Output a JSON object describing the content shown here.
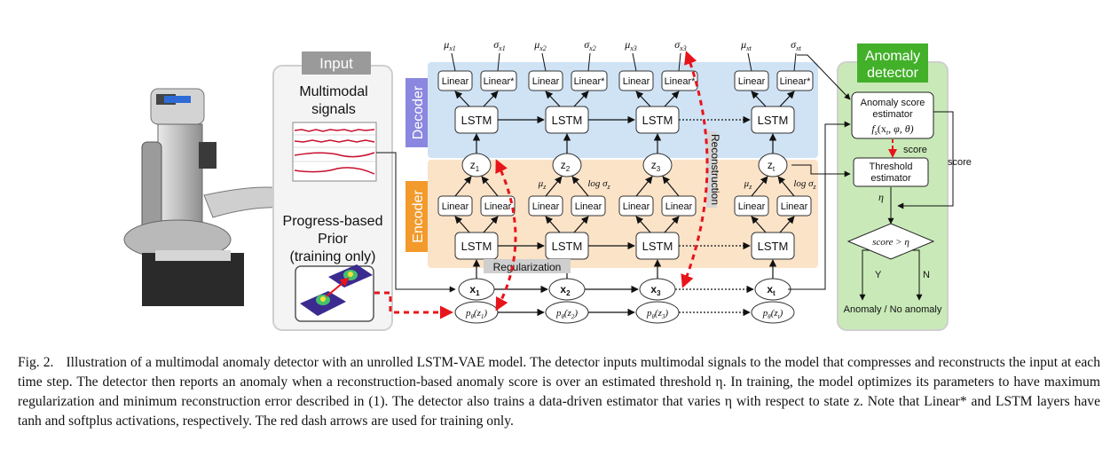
{
  "panels": {
    "input_title": "Input",
    "multimodal_signals": [
      "Multimodal",
      "signals"
    ],
    "progress_prior": [
      "Progress-based",
      "Prior",
      "(training only)"
    ],
    "decoder_label": "Decoder",
    "encoder_label": "Encoder",
    "regularization": "Regularization",
    "reconstruction": "Reconstruction",
    "anomaly_detector_title": [
      "Anomaly",
      "detector"
    ],
    "colors": {
      "input_title_bg": "#9a9a9a",
      "decoder_tag": "#8a87e0",
      "decoder_band": "#cfe3f5",
      "encoder_tag": "#f39a2c",
      "encoder_band": "#fbe3c8",
      "detector_title_bg": "#43b02a",
      "detector_band": "#c9eab8",
      "training_arrow": "#e8141b"
    }
  },
  "layers": {
    "linear": "Linear",
    "linear_star": "Linear*",
    "lstm": "LSTM"
  },
  "decoder_outputs": [
    {
      "mu": "μ",
      "mu_sub": "x1",
      "sigma": "σ",
      "sigma_sub": "x1"
    },
    {
      "mu": "μ",
      "mu_sub": "x2",
      "sigma": "σ",
      "sigma_sub": "x2"
    },
    {
      "mu": "μ",
      "mu_sub": "x3",
      "sigma": "σ",
      "sigma_sub": "x3"
    },
    {
      "mu": "μ",
      "mu_sub": "xt",
      "sigma": "σ",
      "sigma_sub": "xt"
    }
  ],
  "latents": [
    {
      "name": "z",
      "sub": "1"
    },
    {
      "name": "z",
      "sub": "2"
    },
    {
      "name": "z",
      "sub": "3"
    },
    {
      "name": "z",
      "sub": "t"
    }
  ],
  "inputs": [
    {
      "name": "x",
      "sub": "1"
    },
    {
      "name": "x",
      "sub": "2"
    },
    {
      "name": "x",
      "sub": "3"
    },
    {
      "name": "x",
      "sub": "t"
    }
  ],
  "priors": [
    {
      "fn": "p",
      "fn_sub": "θ",
      "arg": "(z",
      "arg_sub": "1",
      "close": ")"
    },
    {
      "fn": "p",
      "fn_sub": "θ",
      "arg": "(z",
      "arg_sub": "2",
      "close": ")"
    },
    {
      "fn": "p",
      "fn_sub": "θ",
      "arg": "(z",
      "arg_sub": "3",
      "close": ")"
    },
    {
      "fn": "p",
      "fn_sub": "θ",
      "arg": "(z",
      "arg_sub": "t",
      "close": ")"
    }
  ],
  "encoder_params": {
    "mu_z": "μ",
    "mu_sub": "z",
    "log_sigma": "log σ",
    "log_sub": "z"
  },
  "detector": {
    "score_estimator": [
      "Anomaly score",
      "estimator"
    ],
    "score_formula": "f",
    "score_formula_sub": "s",
    "score_formula_args": "(x",
    "score_formula_args_sub": "t",
    "score_formula_rest": ", φ, θ)",
    "score_label_inner": "score",
    "score_label_outer": "score",
    "threshold_estimator": [
      "Threshold",
      "estimator"
    ],
    "eta": "η",
    "decision": "score > η",
    "yes": "Y",
    "no": "N",
    "result": "Anomaly / No anomaly"
  },
  "caption": {
    "label": "Fig. 2.",
    "text": "Illustration of a multimodal anomaly detector with an unrolled LSTM-VAE model. The detector inputs multimodal signals to the model that compresses and reconstructs the input at each time step. The detector then reports an anomaly when a reconstruction-based anomaly score is over an estimated threshold η. In training, the model optimizes its parameters to have maximum regularization and minimum reconstruction error described in (1). The detector also trains a data-driven estimator that varies η with respect to state z. Note that Linear* and LSTM layers have tanh and softplus activations, respectively. The red dash arrows are used for training only."
  }
}
